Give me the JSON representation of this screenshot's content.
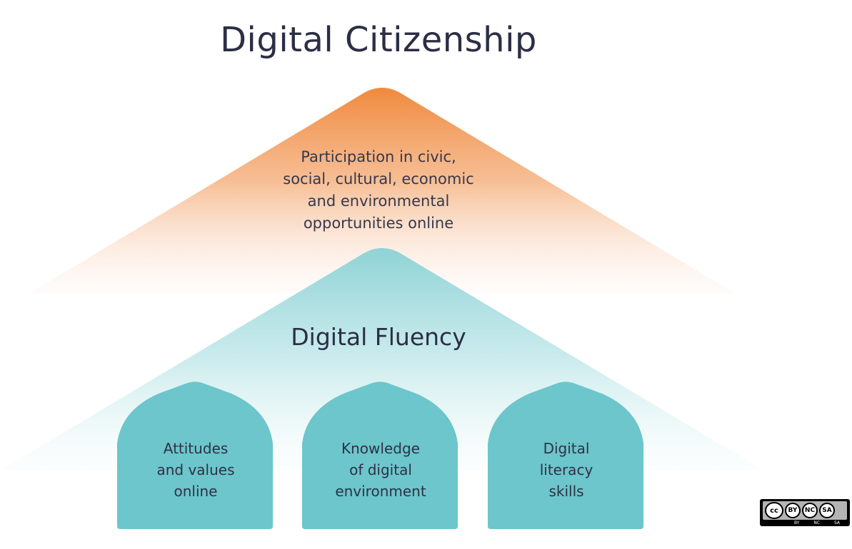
{
  "title": "Digital Citizenship",
  "top_tier": {
    "lines": [
      "Participation in civic,",
      "social, cultural, economic",
      "and environmental",
      "opportunities online"
    ]
  },
  "middle_tier": {
    "label": "Digital Fluency"
  },
  "pillars": [
    {
      "lines": [
        "Attitudes",
        "and values",
        "online"
      ]
    },
    {
      "lines": [
        "Knowledge",
        "of digital",
        "environment"
      ]
    },
    {
      "lines": [
        "Digital",
        "literacy",
        "skills"
      ]
    }
  ],
  "license_badge": {
    "symbols": [
      "cc",
      "BY",
      "NC",
      "SA"
    ],
    "terms": [
      "BY",
      "NC",
      "SA"
    ]
  },
  "colors": {
    "orange": "#f08a3e",
    "teal": "#8fd3d6",
    "pillar_teal": "#6cc6cb",
    "text": "#2e3146"
  }
}
